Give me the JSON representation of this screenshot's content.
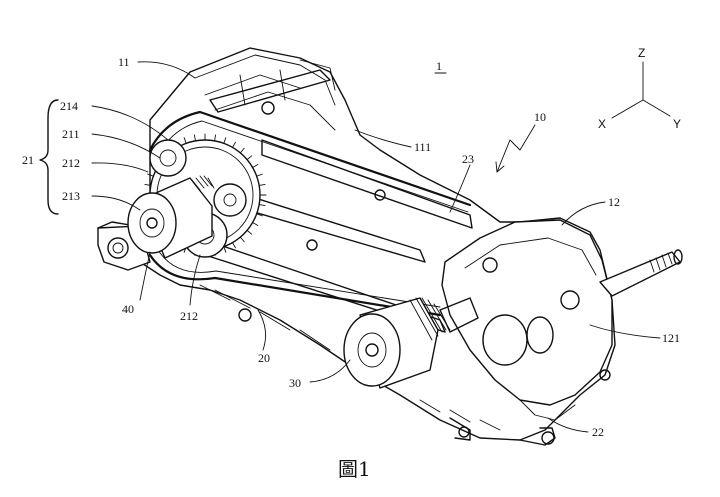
{
  "figure": {
    "caption": "圖1",
    "ref_main": "1",
    "axes": {
      "z": "Z",
      "x": "X",
      "y": "Y"
    },
    "labels": {
      "l11": "11",
      "l214": "214",
      "l211": "211",
      "l21": "21",
      "l212a": "212",
      "l213": "213",
      "l40": "40",
      "l212b": "212",
      "l20": "20",
      "l30": "30",
      "l111": "111",
      "l10": "10",
      "l23": "23",
      "l12": "12",
      "l121": "121",
      "l22": "22"
    }
  }
}
